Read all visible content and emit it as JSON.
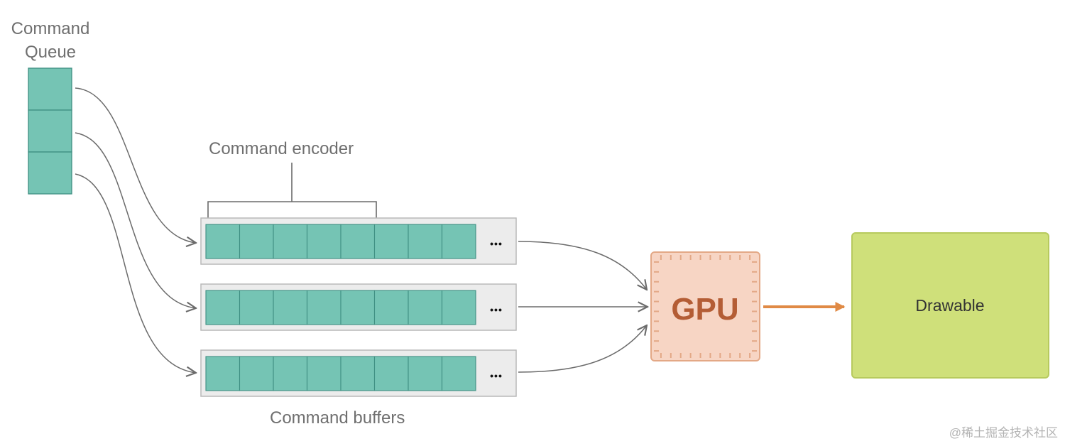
{
  "labels": {
    "command_queue_line1": "Command",
    "command_queue_line2": "Queue",
    "command_encoder": "Command encoder",
    "command_buffers": "Command buffers",
    "gpu": "GPU",
    "drawable": "Drawable",
    "watermark": "@稀土掘金技术社区",
    "ellipsis": "•••"
  },
  "counts": {
    "queue_slots": 3,
    "buffers": 3,
    "commands_per_buffer": 8,
    "commands_in_encoder": 5
  },
  "colors": {
    "command_teal": "#75c4b4",
    "command_border": "#3f8f82",
    "buffer_bg": "#ececec",
    "buffer_border": "#b9b9b9",
    "gpu_fill": "#f7d5c4",
    "gpu_border": "#e3a886",
    "gpu_text": "#b45d35",
    "arrow_orange": "#e08a45",
    "drawable_fill": "#cfe07a",
    "drawable_border": "#b7ca5e",
    "connector_gray": "#6b6b6b"
  },
  "icons": {
    "arrow": "arrow-icon",
    "bracket": "bracket-icon",
    "chip": "gpu-chip-icon"
  }
}
